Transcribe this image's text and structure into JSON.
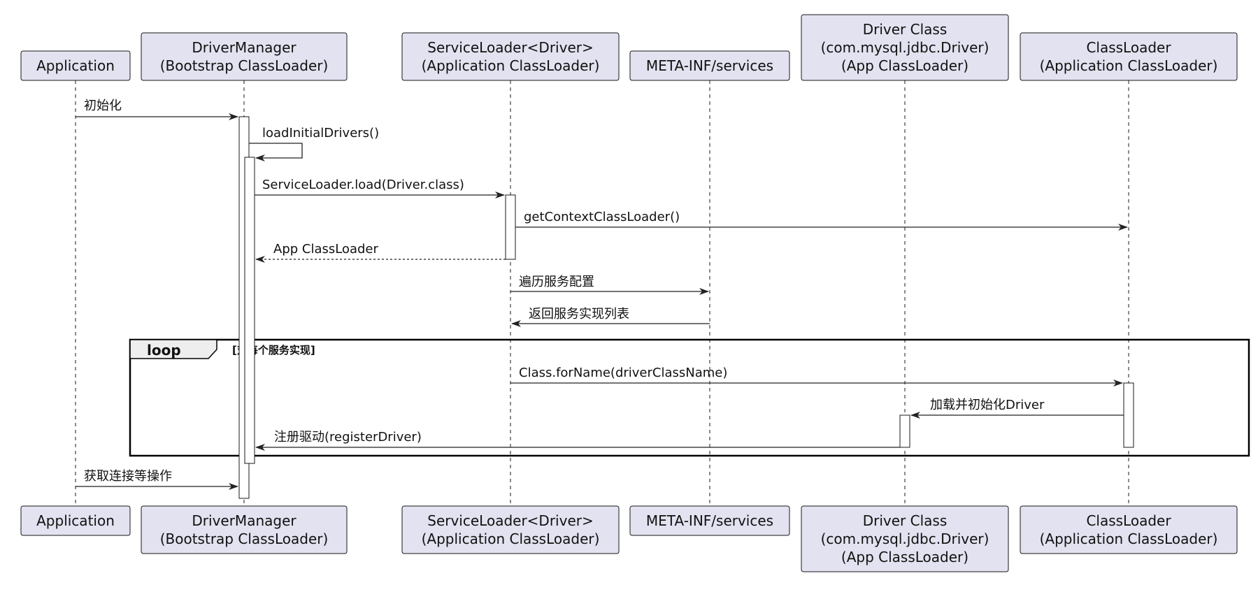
{
  "participants": [
    {
      "id": "app",
      "lines": [
        "Application"
      ]
    },
    {
      "id": "dm",
      "lines": [
        "DriverManager",
        "(Bootstrap ClassLoader)"
      ]
    },
    {
      "id": "sl",
      "lines": [
        "ServiceLoader<Driver>",
        "(Application ClassLoader)"
      ]
    },
    {
      "id": "meta",
      "lines": [
        "META-INF/services"
      ]
    },
    {
      "id": "drv",
      "lines": [
        "Driver Class",
        "(com.mysql.jdbc.Driver)",
        "(App ClassLoader)"
      ]
    },
    {
      "id": "cl",
      "lines": [
        "ClassLoader",
        "(Application ClassLoader)"
      ]
    }
  ],
  "messages": [
    {
      "id": "init",
      "from": "app",
      "to": "dm",
      "label": "初始化",
      "style": "solid"
    },
    {
      "id": "load-initial-drivers",
      "from": "dm",
      "to": "dm",
      "label": "loadInitialDrivers()",
      "style": "self"
    },
    {
      "id": "serviceloader-load",
      "from": "dm",
      "to": "sl",
      "label": "ServiceLoader.load(Driver.class)",
      "style": "solid"
    },
    {
      "id": "get-context-classloader",
      "from": "sl",
      "to": "cl",
      "label": "getContextClassLoader()",
      "style": "solid"
    },
    {
      "id": "app-classloader-return",
      "from": "sl",
      "to": "dm",
      "label": "App ClassLoader",
      "style": "dashed"
    },
    {
      "id": "iterate-config",
      "from": "sl",
      "to": "meta",
      "label": "遍历服务配置",
      "style": "solid"
    },
    {
      "id": "return-impl-list",
      "from": "meta",
      "to": "sl",
      "label": "返回服务实现列表",
      "style": "solid"
    },
    {
      "id": "class-forname",
      "from": "sl",
      "to": "cl",
      "label": "Class.forName(driverClassName)",
      "style": "solid"
    },
    {
      "id": "load-init-driver",
      "from": "cl",
      "to": "drv",
      "label": "加载并初始化Driver",
      "style": "solid"
    },
    {
      "id": "register-driver",
      "from": "drv",
      "to": "dm",
      "label": "注册驱动(registerDriver)",
      "style": "solid"
    },
    {
      "id": "get-connection",
      "from": "app",
      "to": "dm",
      "label": "获取连接等操作",
      "style": "solid"
    }
  ],
  "loop": {
    "keyword": "loop",
    "condition": "[对每个服务实现]"
  }
}
